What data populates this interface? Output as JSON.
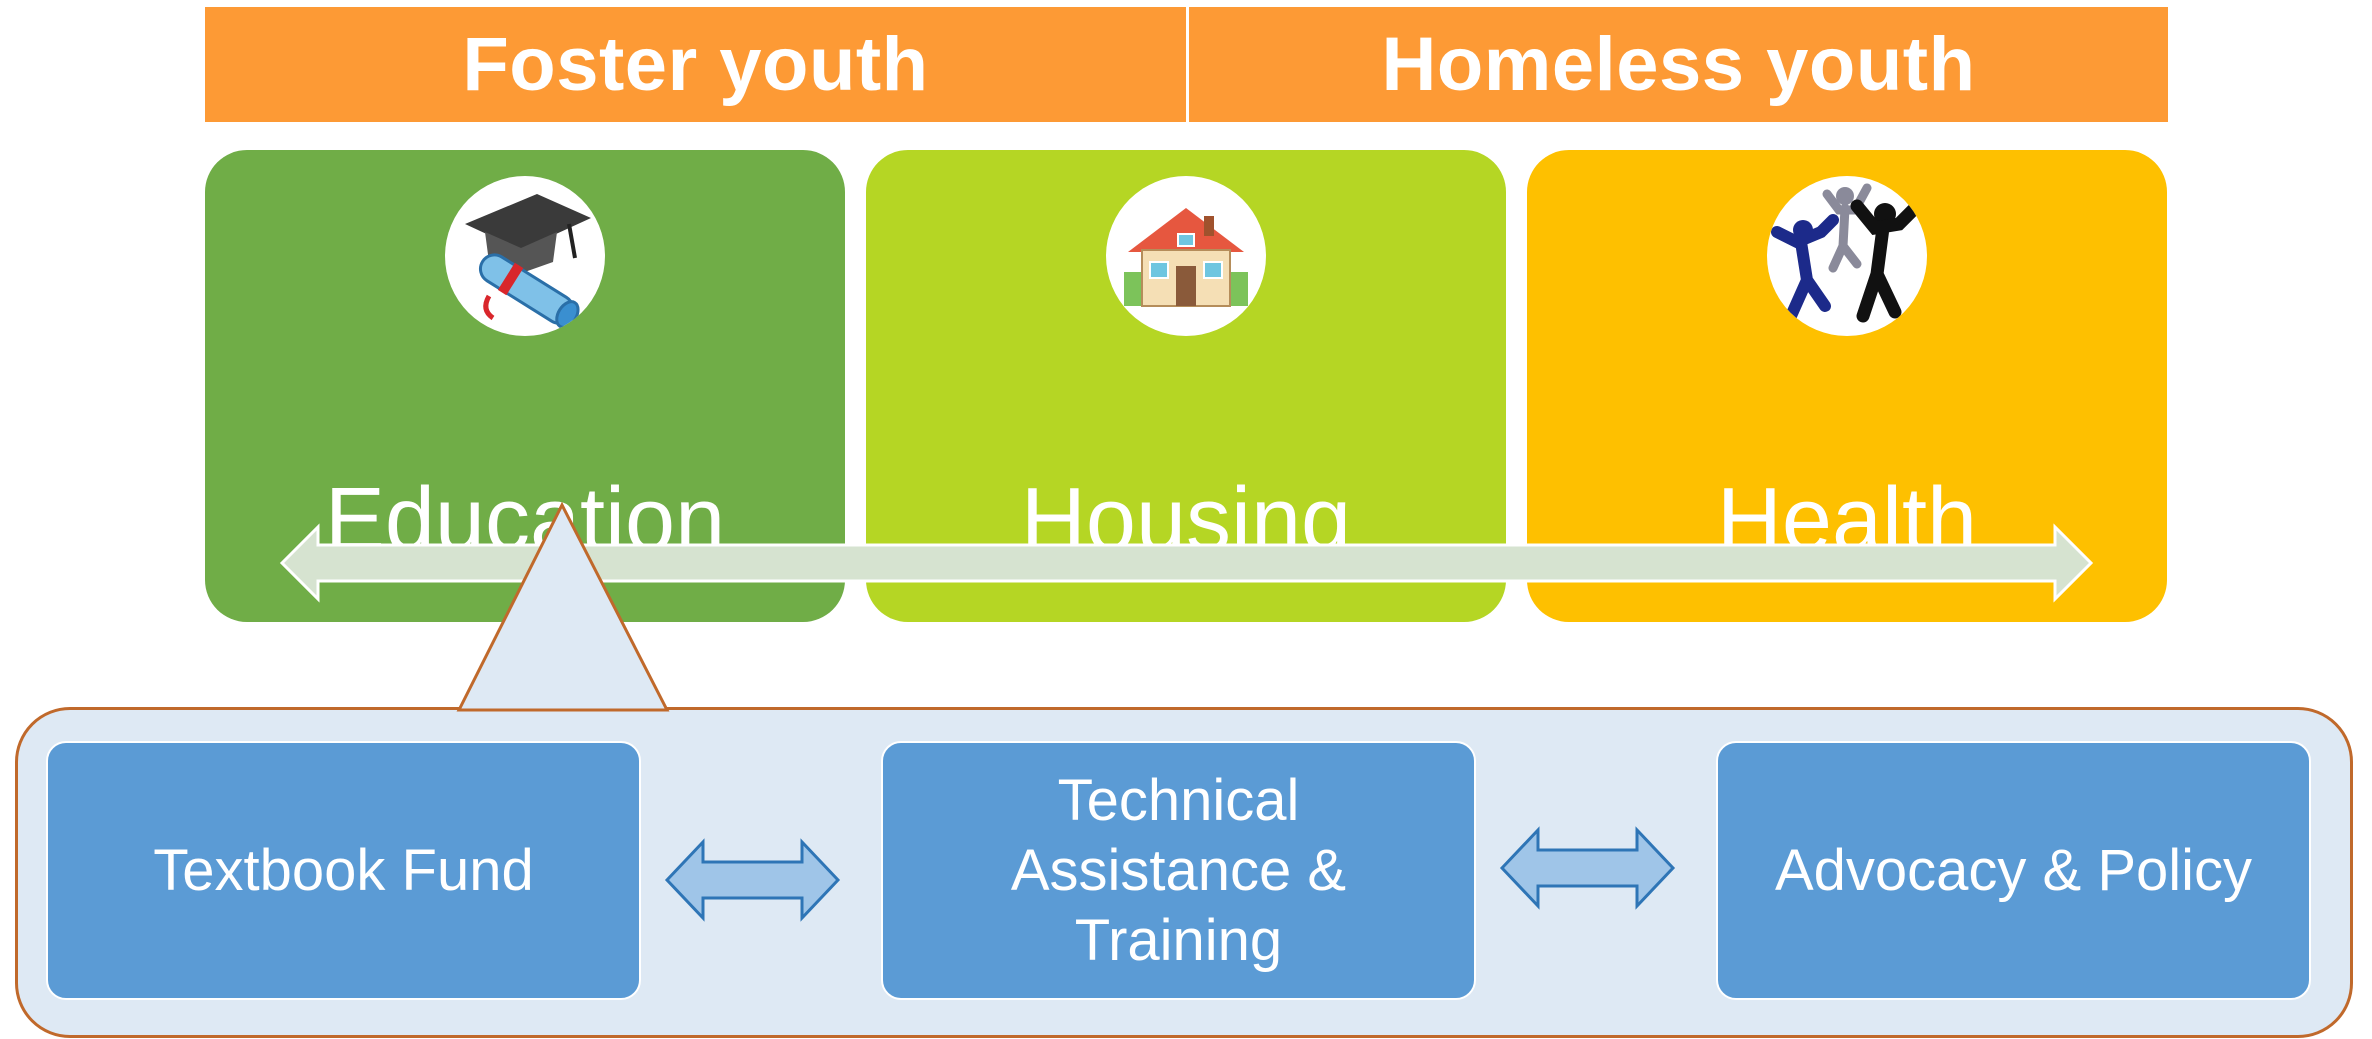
{
  "header": {
    "left_label": "Foster youth",
    "right_label": "Homeless youth"
  },
  "categories": [
    {
      "label": "Education",
      "icon": "graduation-cap-diploma-icon",
      "color": "#70ad47"
    },
    {
      "label": "Housing",
      "icon": "house-icon",
      "color": "#b5d624"
    },
    {
      "label": "Health",
      "icon": "people-jumping-icon",
      "color": "#fec000"
    }
  ],
  "programs": [
    {
      "label": "Textbook Fund"
    },
    {
      "label": "Technical Assistance & Training"
    },
    {
      "label": "Advocacy & Policy"
    }
  ],
  "colors": {
    "header": "#fd9a35",
    "program_box": "#5b9bd5",
    "panel": "#dee9f4",
    "panel_border": "#c0692b",
    "arrow": "#d6e3d0"
  }
}
